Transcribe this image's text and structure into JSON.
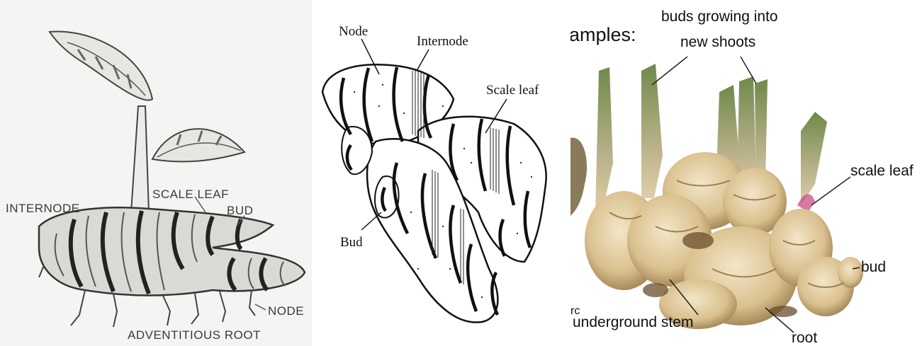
{
  "panel1": {
    "labels": {
      "internode": "INTERNODE",
      "scale_leaf": "SCALE LEAF",
      "bud": "BUD",
      "node": "NODE",
      "adventitious_root": "ADVENTITIOUS ROOT"
    }
  },
  "panel2": {
    "labels": {
      "node": "Node",
      "internode": "Internode",
      "scale_leaf": "Scale leaf",
      "bud": "Bud"
    }
  },
  "panel3": {
    "heading": "amples:",
    "labels": {
      "buds_line1": "buds growing into",
      "buds_line2": "new shoots",
      "scale_leaf": "scale leaf",
      "bud": "bud",
      "underground_stem": "underground stem",
      "root": "root",
      "fragment": "rc"
    }
  }
}
